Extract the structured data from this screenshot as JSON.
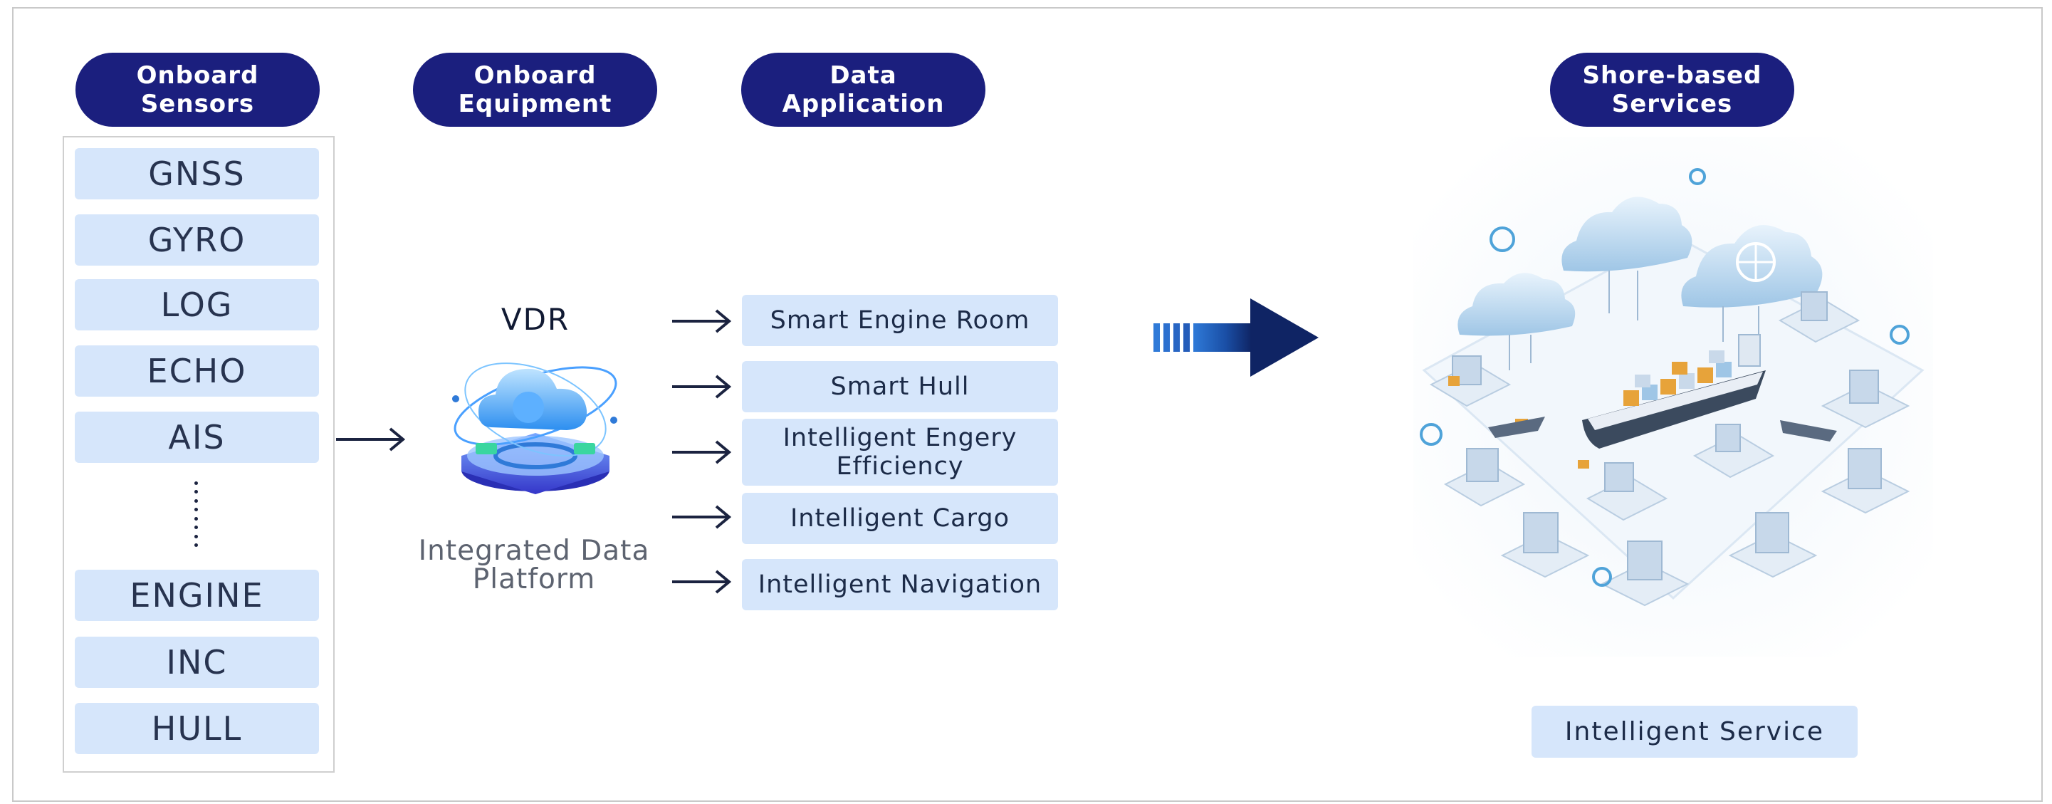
{
  "headers": {
    "onboard_sensors": "Onboard\nSensors",
    "onboard_equipment": "Onboard\nEquipment",
    "data_application": "Data\nApplication",
    "shore_based_services": "Shore-based\nServices"
  },
  "sensors": [
    "GNSS",
    "GYRO",
    "LOG",
    "ECHO",
    "AIS",
    "ENGINE",
    "INC",
    "HULL"
  ],
  "equipment": {
    "vdr_label": "VDR",
    "platform_label": "Integrated Data\nPlatform"
  },
  "applications": [
    "Smart Engine Room",
    "Smart Hull",
    "Intelligent Engery\nEfficiency",
    "Intelligent Cargo",
    "Intelligent Navigation"
  ],
  "services": {
    "label": "Intelligent Service"
  },
  "colors": {
    "header_bg": "#1b1f7e",
    "box_bg": "#d6e6fb",
    "arrow_dark": "#0f2464",
    "arrow_light": "#2f7ad8",
    "line": "#1b2340"
  },
  "icons": {
    "vdr": "cloud-platform-icon",
    "shore": "smart-port-illustration",
    "flow": "big-right-arrow-icon"
  }
}
